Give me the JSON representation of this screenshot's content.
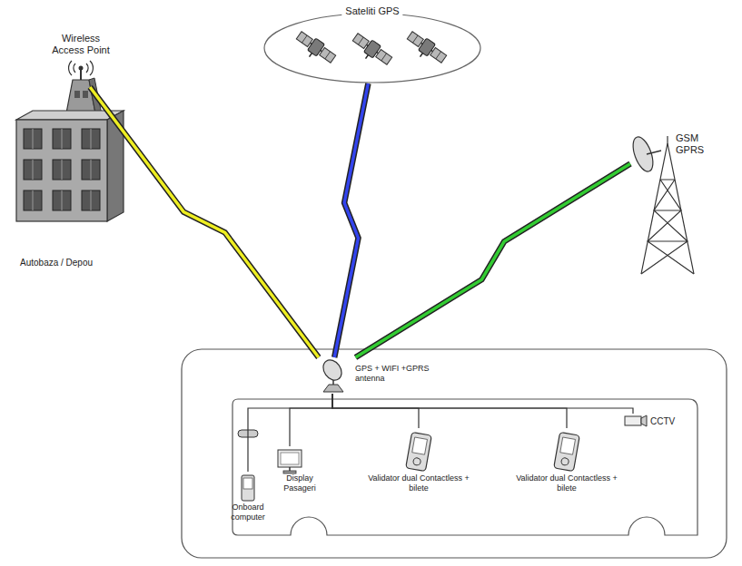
{
  "diagram": {
    "nodes": [
      {
        "text": [
          "Sateliti GPS"
        ]
      },
      {
        "text": [
          "Wireless Access Point"
        ]
      },
      {
        "text": [
          "GSM GPRS"
        ]
      },
      {
        "text": [
          "GPS + WIFI +GPRS antenna"
        ]
      },
      {
        "text": [
          "Onboard computer"
        ]
      },
      {
        "text": [
          "Display Pasageri"
        ]
      },
      {
        "text": [
          "Validator dual Contactless + bilete"
        ]
      },
      {
        "text": [
          "Validator dual Contactless + bilete"
        ]
      },
      {
        "text": [
          "CCTV"
        ]
      }
    ],
    "edges": [
      {
        "from": 0,
        "to": 3,
        "arrow": "none"
      },
      {
        "from": 1,
        "to": 3,
        "arrow": "none"
      },
      {
        "from": 2,
        "to": 3,
        "arrow": "none"
      },
      {
        "from": 3,
        "to": 4,
        "arrow": "none"
      },
      {
        "from": 3,
        "to": 5,
        "arrow": "none"
      },
      {
        "from": 3,
        "to": 6,
        "arrow": "none"
      },
      {
        "from": 3,
        "to": 7,
        "arrow": "none"
      },
      {
        "from": 3,
        "to": 8,
        "arrow": "none"
      }
    ],
    "labels": [
      "Autobaza / Depou"
    ]
  }
}
